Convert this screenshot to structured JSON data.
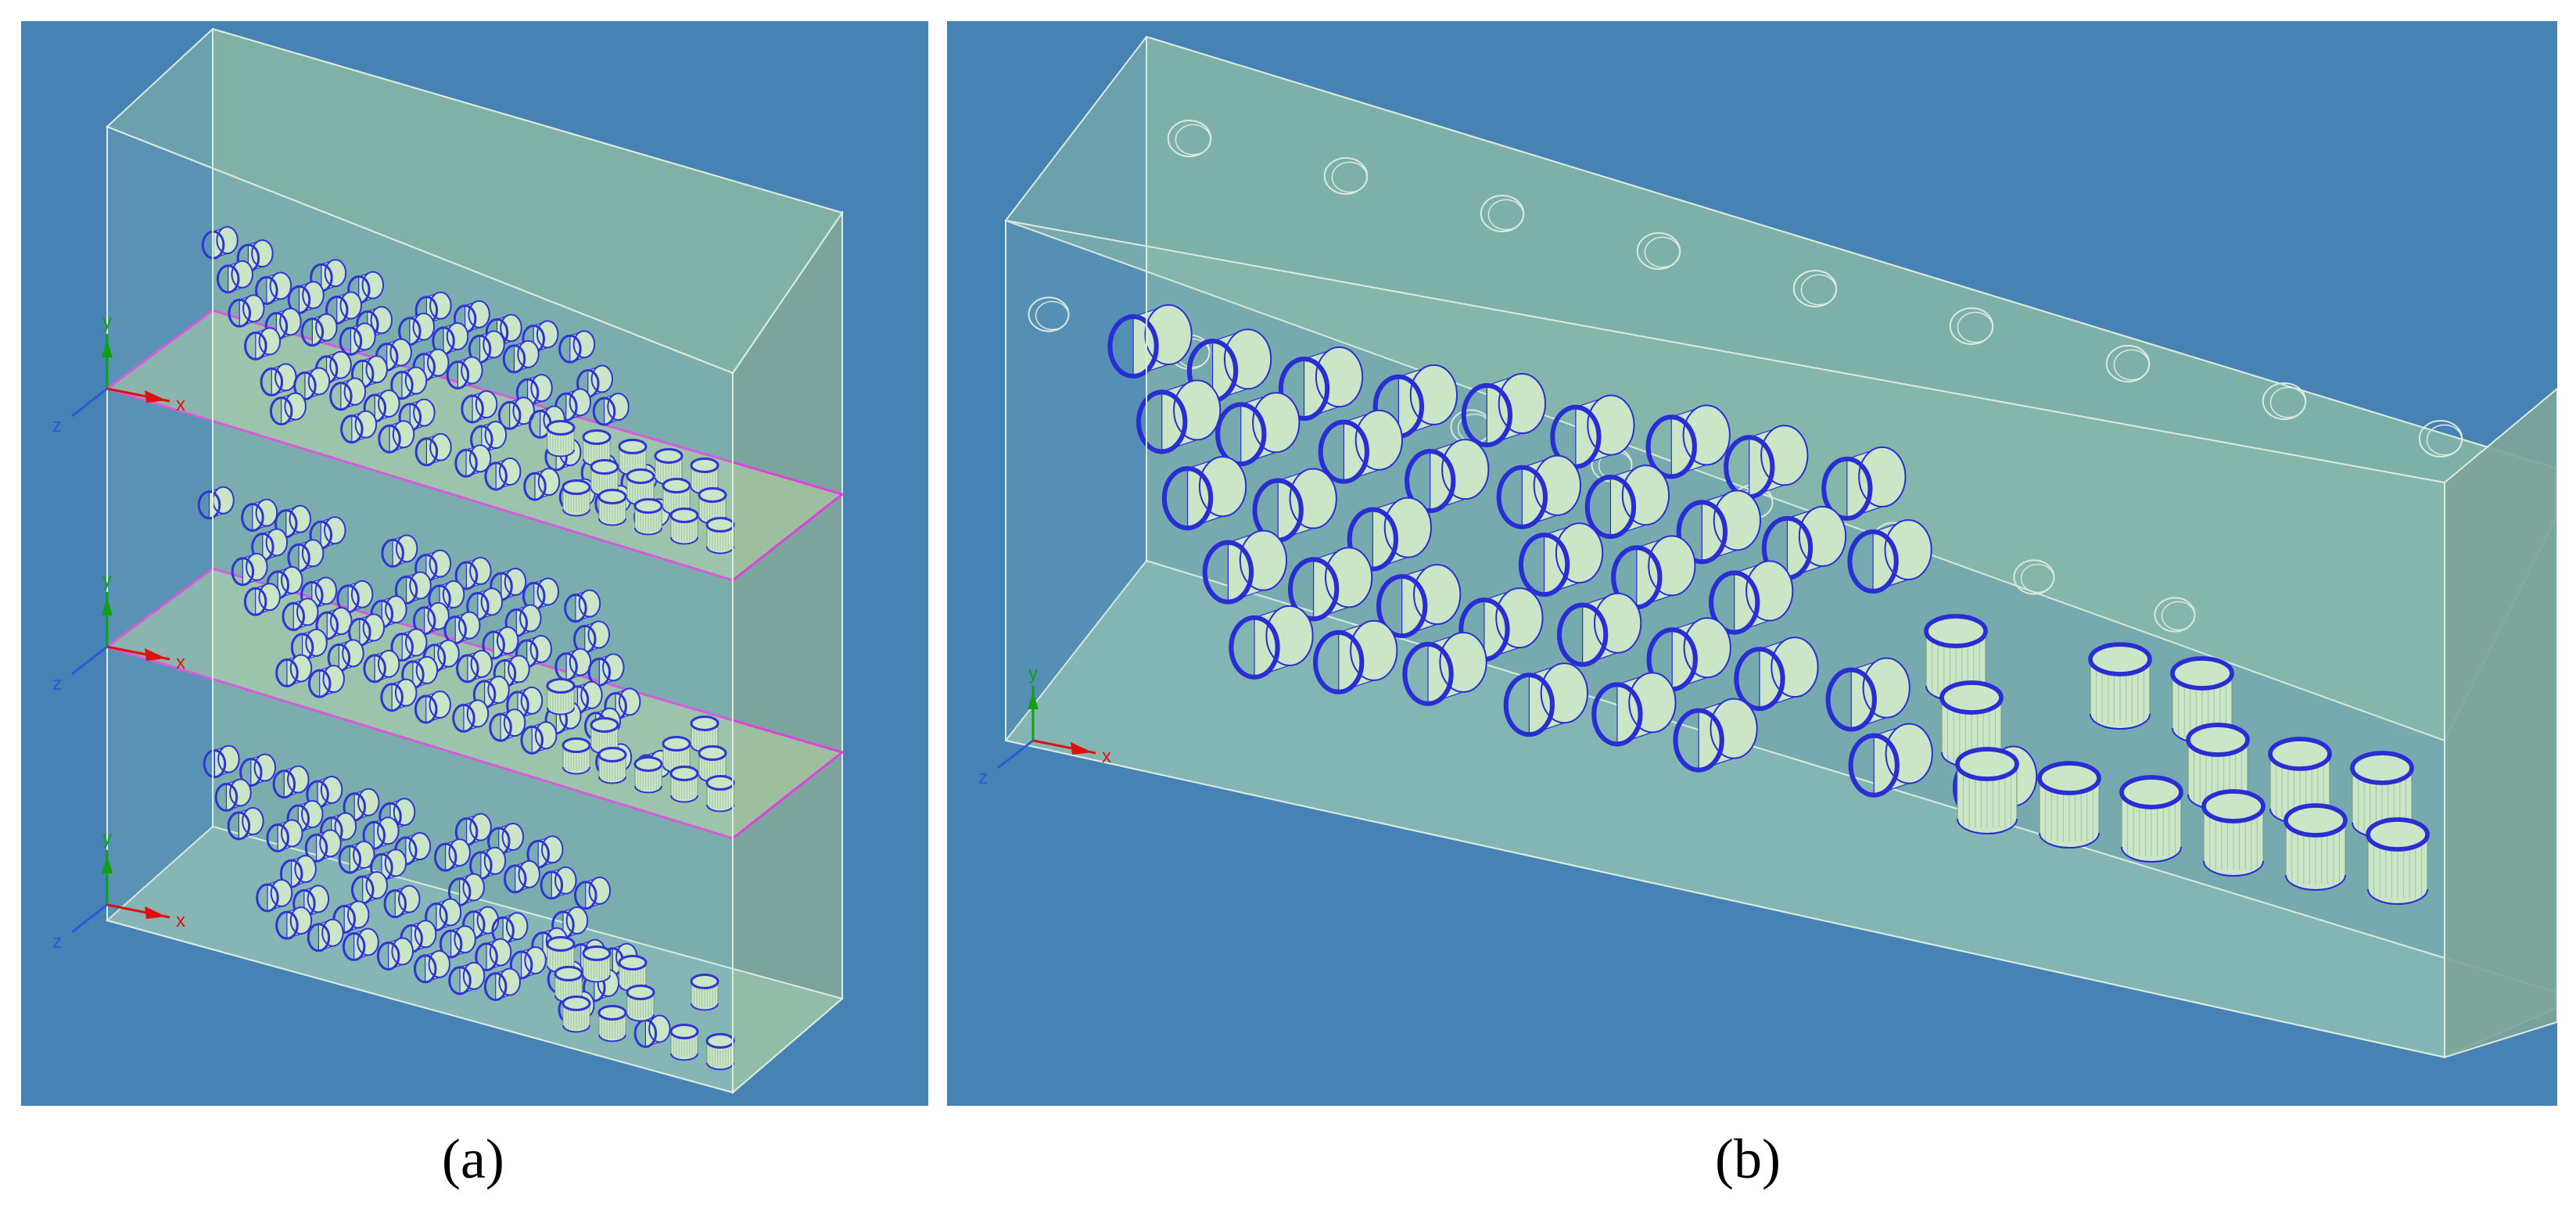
{
  "captions": {
    "a": "(a)",
    "b": "(b)"
  },
  "axis_labels": {
    "x": "x",
    "y": "y",
    "z": "z"
  },
  "colors": {
    "background": "#4682b4",
    "box_fill": "#a4d8b0",
    "box_edge": "#dcebe0",
    "ring": "#1010d8",
    "cylinder_body": "#cfe8c8",
    "cut_plane": "#e040e0",
    "x_axis": "#e01010",
    "y_axis": "#10a010",
    "z_axis": "#2a5ad8"
  },
  "icons": [
    "axis-triad-icon"
  ]
}
